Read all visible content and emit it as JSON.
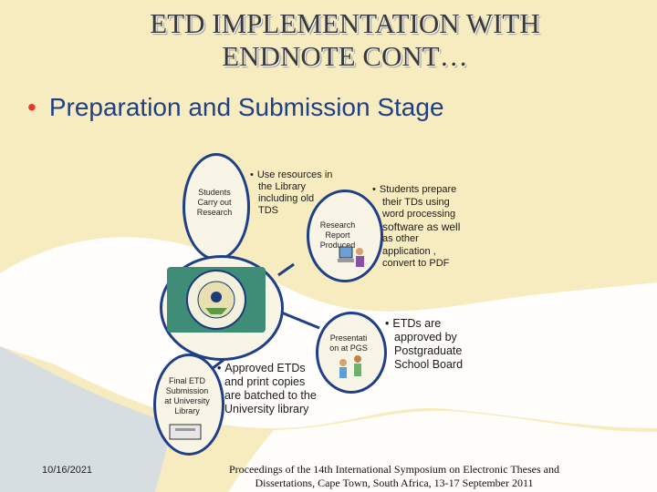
{
  "slide": {
    "title_line1": "ETD IMPLEMENTATION WITH",
    "title_line2": "ENDNOTE CONT…",
    "main_bullet": "Preparation and Submission Stage",
    "date": "10/16/2021",
    "footer_line1": "Proceedings of the 14th International Symposium on Electronic Theses and",
    "footer_line2": "Dissertations, Cape Town, South Africa, 13-17 September 2011"
  },
  "diagram": {
    "node_students": [
      "Students",
      "Carry out",
      "Research"
    ],
    "node_report": [
      "Research",
      "Report",
      "Produced"
    ],
    "node_presentation": [
      "Presentati",
      "on at PGS"
    ],
    "node_final": [
      "Final ETD",
      "Submission",
      "at University",
      "Library"
    ],
    "text_resources": [
      "Use resources in",
      "the Library",
      "including old",
      "TDS"
    ],
    "text_students_prepare": [
      "Students prepare",
      "their TDs using",
      "word processing",
      "software as well",
      "as other",
      "application ,",
      "convert to PDF"
    ],
    "text_approved": [
      "ETDs are",
      "approved by",
      "Postgraduate",
      "School Board"
    ],
    "text_approved_etds": [
      "Approved ETDs",
      "and print copies",
      "are batched to the",
      "University library"
    ],
    "bullet_glyph": "•"
  },
  "colors": {
    "accent_blue": "#1f3f86",
    "bullet_red": "#e13a2a",
    "background": "#f7ecc0"
  }
}
